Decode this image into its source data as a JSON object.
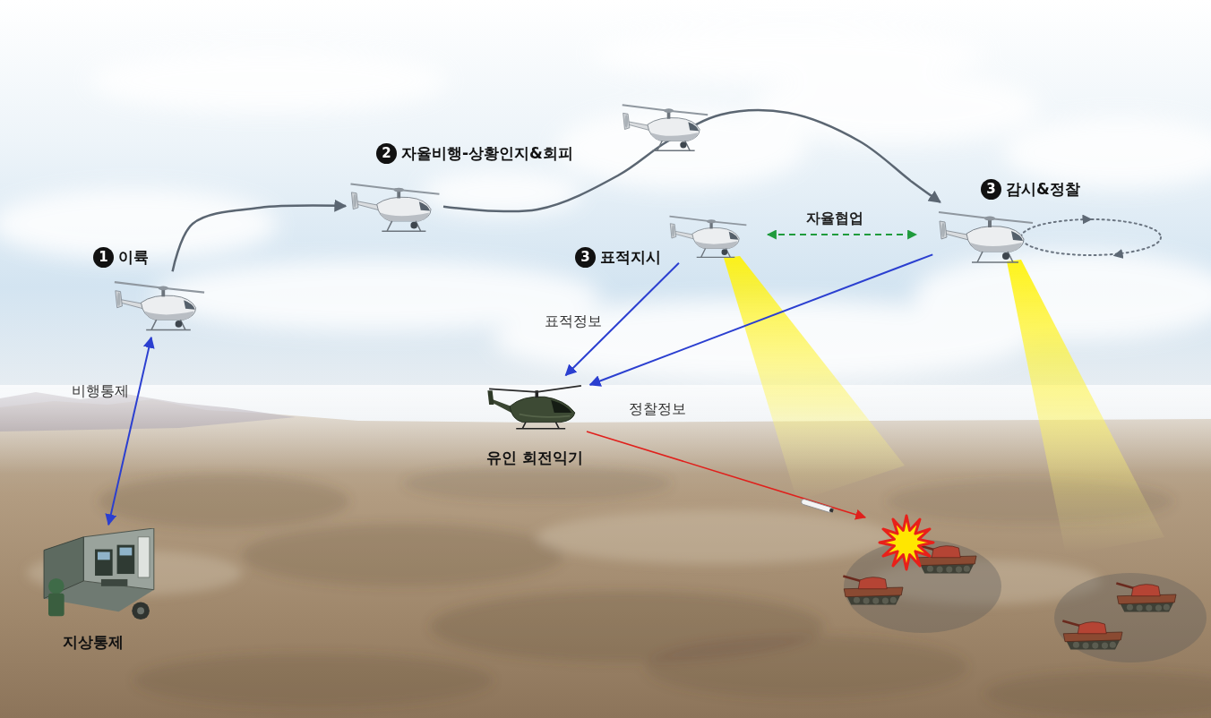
{
  "diagram": {
    "nodes": [
      {
        "text": [
          "지상통제"
        ]
      },
      {
        "text": [
          "1",
          "이륙"
        ]
      },
      {
        "text": [
          "2",
          "자율비행-상황인지&회피"
        ]
      },
      {
        "text": [
          "3",
          "표적지시"
        ]
      },
      {
        "text": [
          "3",
          "감시&정찰"
        ]
      },
      {
        "text": [
          "유인 회전익기"
        ]
      }
    ],
    "edges": [
      {
        "from": 0,
        "to": 1,
        "arrow": "both",
        "label": "비행통제"
      },
      {
        "from": 1,
        "to": 2,
        "arrow": "to"
      },
      {
        "from": 2,
        "to": 4,
        "arrow": "to"
      },
      {
        "from": 3,
        "to": 4,
        "arrow": "both",
        "label": "자율협업"
      },
      {
        "from": 3,
        "to": 5,
        "arrow": "to",
        "label": "표적정보"
      },
      {
        "from": 4,
        "to": 5,
        "arrow": "to",
        "label": "정찰정보"
      }
    ]
  }
}
